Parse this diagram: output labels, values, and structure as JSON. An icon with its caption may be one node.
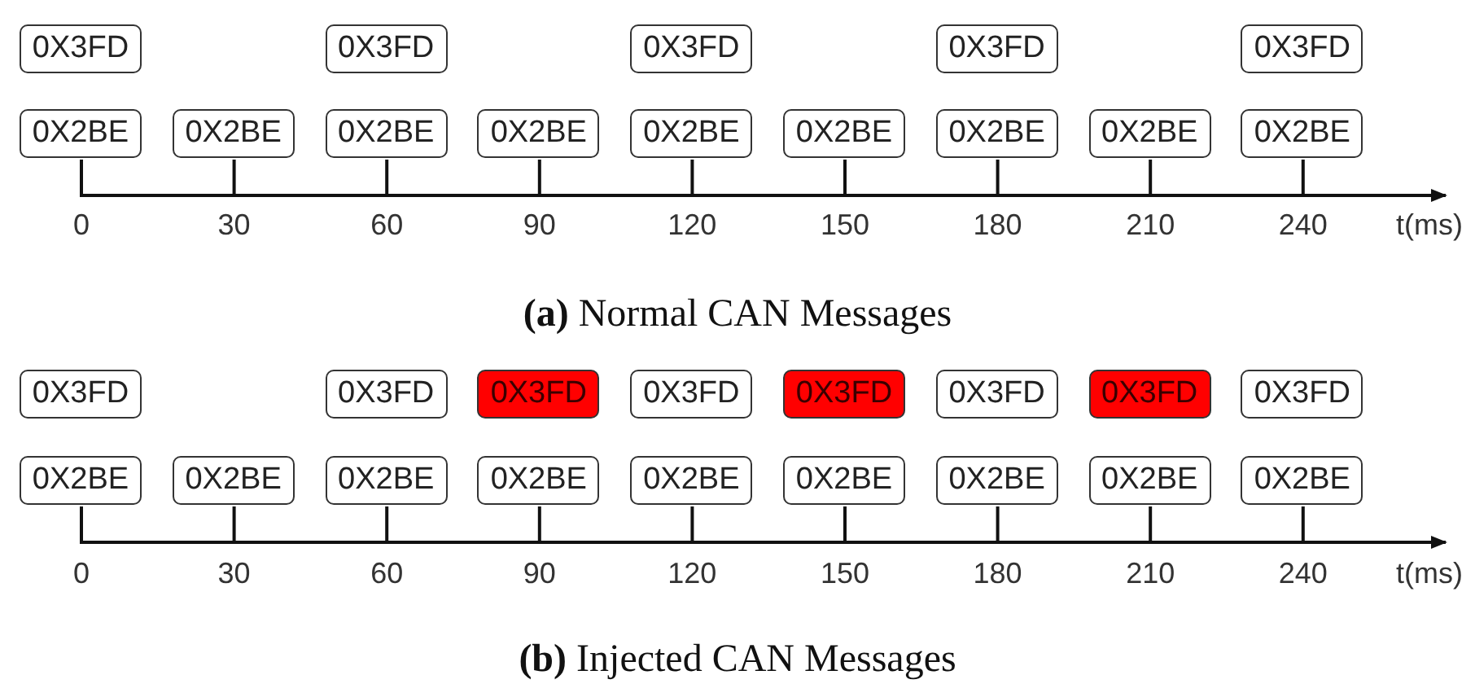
{
  "diagram": {
    "nodes": [
      {
        "text": [
          "0X3FD"
        ]
      },
      {
        "text": [
          "0X3FD"
        ]
      },
      {
        "text": [
          "0X3FD"
        ]
      },
      {
        "text": [
          "0X3FD"
        ]
      },
      {
        "text": [
          "0X3FD"
        ]
      },
      {
        "text": [
          "0X2BE"
        ]
      },
      {
        "text": [
          "0X2BE"
        ]
      },
      {
        "text": [
          "0X2BE"
        ]
      },
      {
        "text": [
          "0X2BE"
        ]
      },
      {
        "text": [
          "0X2BE"
        ]
      },
      {
        "text": [
          "0X2BE"
        ]
      },
      {
        "text": [
          "0X2BE"
        ]
      },
      {
        "text": [
          "0X2BE"
        ]
      },
      {
        "text": [
          "0X2BE"
        ]
      },
      {
        "text": [],
        "shape": "bar"
      },
      {
        "text": [
          "0X3FD"
        ]
      },
      {
        "text": [
          "0X3FD"
        ]
      },
      {
        "text": [
          "0X3FD"
        ]
      },
      {
        "text": [
          "0X3FD"
        ]
      },
      {
        "text": [
          "0X3FD"
        ]
      },
      {
        "text": [
          "0X3FD"
        ]
      },
      {
        "text": [
          "0X3FD"
        ]
      },
      {
        "text": [
          "0X3FD"
        ]
      },
      {
        "text": [
          "0X2BE"
        ]
      },
      {
        "text": [
          "0X2BE"
        ]
      },
      {
        "text": [
          "0X2BE"
        ]
      },
      {
        "text": [
          "0X2BE"
        ]
      },
      {
        "text": [
          "0X2BE"
        ]
      },
      {
        "text": [
          "0X2BE"
        ]
      },
      {
        "text": [
          "0X2BE"
        ]
      },
      {
        "text": [
          "0X2BE"
        ]
      },
      {
        "text": [
          "0X2BE"
        ]
      },
      {
        "text": [],
        "shape": "bar"
      }
    ],
    "edges": [
      {
        "from": 5,
        "to": 14,
        "arrow": "none"
      },
      {
        "from": 6,
        "to": 14,
        "arrow": "none"
      },
      {
        "from": 7,
        "to": 14,
        "arrow": "none"
      },
      {
        "from": 8,
        "to": 14,
        "arrow": "none"
      },
      {
        "from": 9,
        "to": 14,
        "arrow": "none"
      },
      {
        "from": 10,
        "to": 14,
        "arrow": "none"
      },
      {
        "from": 11,
        "to": 14,
        "arrow": "none"
      },
      {
        "from": 12,
        "to": 14,
        "arrow": "none"
      },
      {
        "from": 13,
        "to": 14,
        "arrow": "none"
      },
      {
        "from": 23,
        "to": 32,
        "arrow": "none"
      },
      {
        "from": 24,
        "to": 32,
        "arrow": "none"
      },
      {
        "from": 25,
        "to": 32,
        "arrow": "none"
      },
      {
        "from": 26,
        "to": 32,
        "arrow": "none"
      },
      {
        "from": 27,
        "to": 32,
        "arrow": "none"
      },
      {
        "from": 28,
        "to": 32,
        "arrow": "none"
      },
      {
        "from": 29,
        "to": 32,
        "arrow": "none"
      },
      {
        "from": 30,
        "to": 32,
        "arrow": "none"
      },
      {
        "from": 31,
        "to": 32,
        "arrow": "none"
      }
    ],
    "labels": [
      "0",
      "30",
      "60",
      "90",
      "120",
      "150",
      "180",
      "210",
      "240",
      "t(ms)",
      "**(a)** Normal CAN Messages",
      "0",
      "30",
      "60",
      "90",
      "120",
      "150",
      "180",
      "210",
      "240",
      "t(ms)",
      "**(b)** Injected CAN Messages"
    ]
  }
}
